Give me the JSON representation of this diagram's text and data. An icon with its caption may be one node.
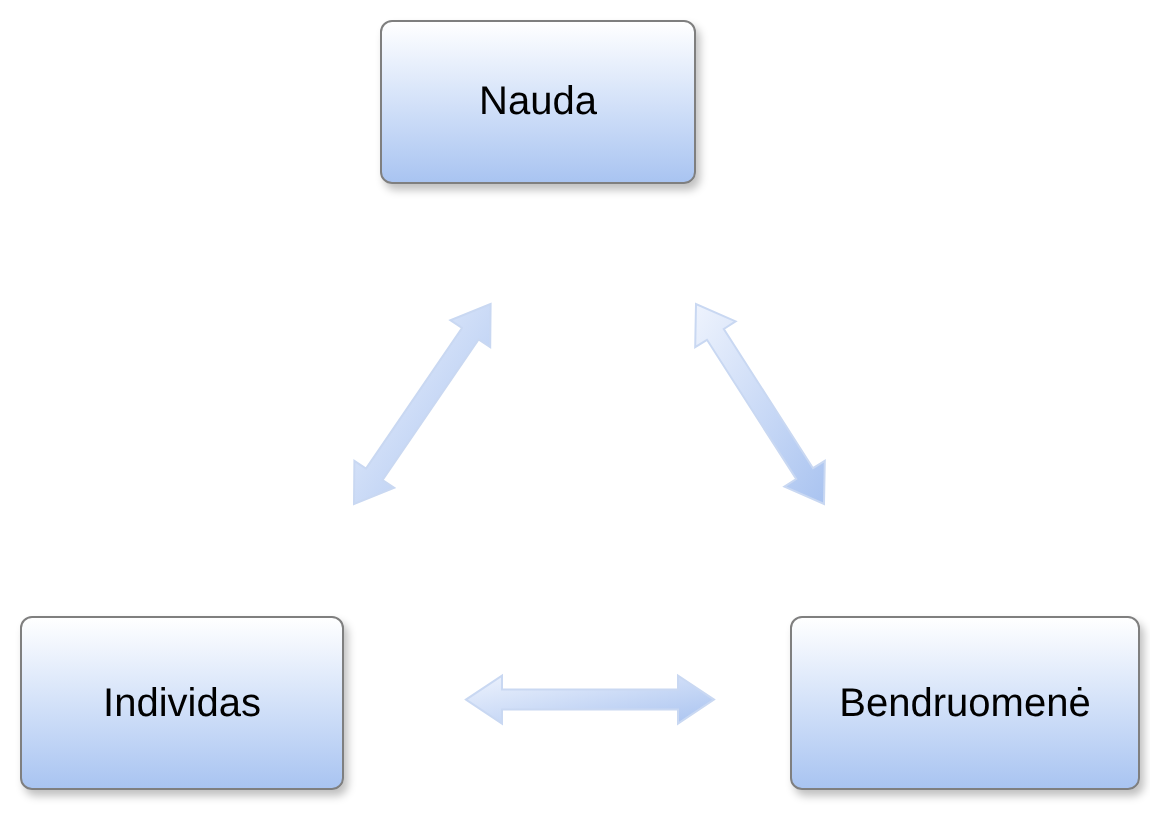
{
  "diagram": {
    "nodes": [
      {
        "text": [
          "Nauda"
        ]
      },
      {
        "text": [
          "Individas"
        ]
      },
      {
        "text": [
          "Bendruomenė"
        ]
      }
    ],
    "edges": [
      {
        "from": 0,
        "to": 1,
        "arrow": "both"
      },
      {
        "from": 0,
        "to": 2,
        "arrow": "both"
      },
      {
        "from": 1,
        "to": 2,
        "arrow": "both"
      }
    ]
  }
}
